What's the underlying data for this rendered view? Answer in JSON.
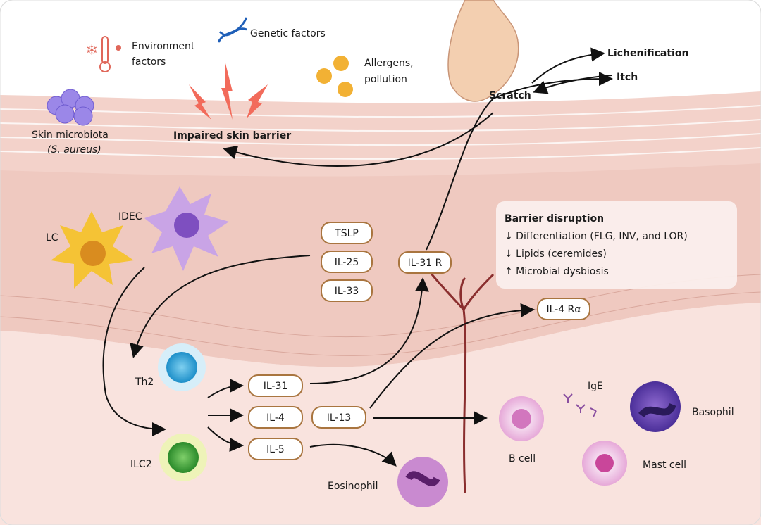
{
  "top": {
    "environment": [
      "Environment",
      "factors"
    ],
    "genetic": "Genetic factors",
    "allergens": [
      "Allergens,",
      "pollution"
    ],
    "microbiota": [
      "Skin microbiota",
      "(S. aureus)"
    ],
    "impaired": "Impaired skin barrier",
    "scratch": "Scratch",
    "lichenification": "Lichenification",
    "itch": "Itch"
  },
  "cells": {
    "lc": "LC",
    "idec": "IDEC",
    "th2": "Th2",
    "ilc2": "ILC2",
    "eosinophil": "Eosinophil",
    "bcell": "B cell",
    "ige": "IgE",
    "basophil": "Basophil",
    "mast": "Mast cell"
  },
  "cytokines": {
    "tslp": "TSLP",
    "il25": "IL-25",
    "il33": "IL-33",
    "il31r": "IL-31 R",
    "il4ra": "IL-4 Rα",
    "il31": "IL-31",
    "il4": "IL-4",
    "il13": "IL-13",
    "il5": "IL-5"
  },
  "barrier_box": {
    "title": "Barrier disruption",
    "items": [
      "↓ Differentiation (FLG, INV, and LOR)",
      "↓ Lipids (ceremides)",
      "↑ Microbial dysbiosis"
    ]
  },
  "colors": {
    "arrow": "#111111",
    "box_border": "#a9753f",
    "skin": "#f0c9c0",
    "dermis": "#f9e3de"
  }
}
